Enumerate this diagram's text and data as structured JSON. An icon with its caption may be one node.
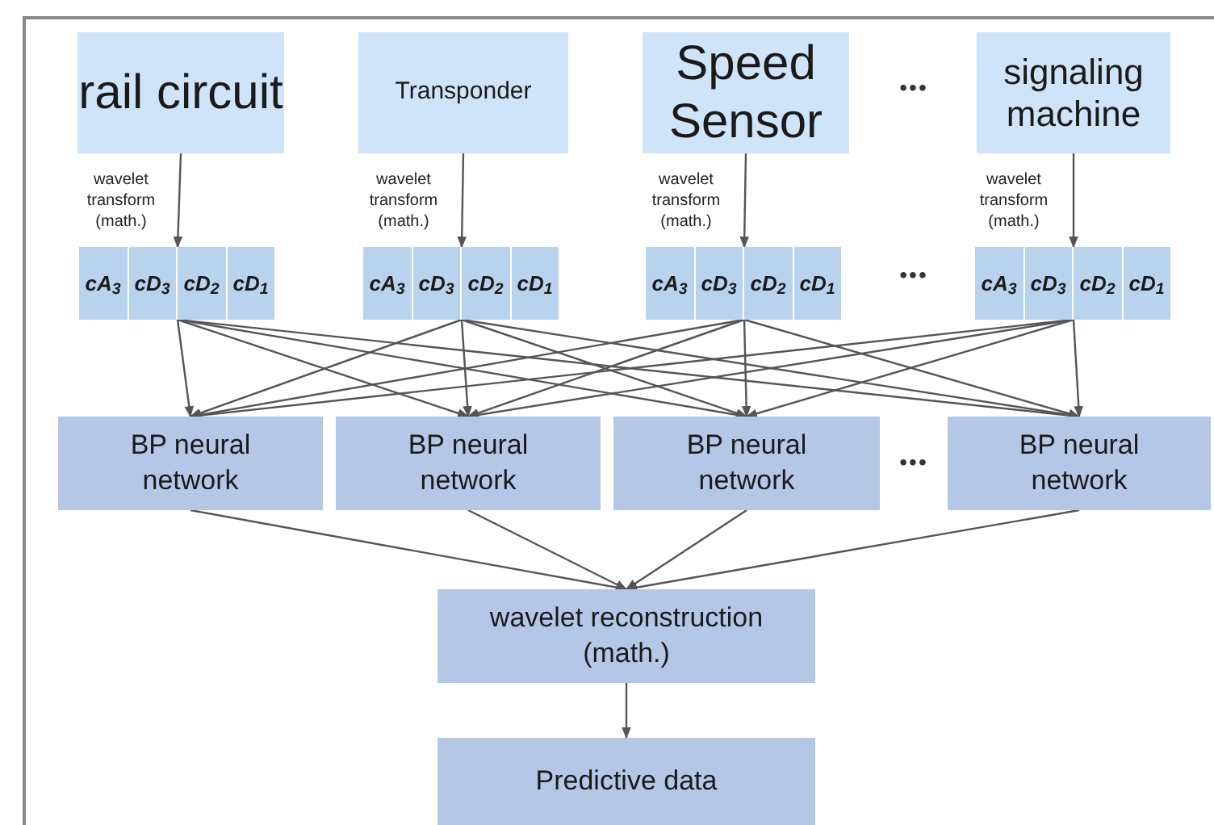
{
  "diagram": {
    "nodes": [
      {
        "text": [
          "rail circuit"
        ]
      },
      {
        "text": [
          "Transponder"
        ]
      },
      {
        "text": [
          "Speed Sensor"
        ]
      },
      {
        "text": [
          "signaling machine"
        ]
      },
      {
        "text": [],
        "shape": "bar"
      },
      {
        "text": [
          "cA$_{3}$"
        ],
        "in": 4
      },
      {
        "text": [
          "cD$_{3}$"
        ],
        "in": 4
      },
      {
        "text": [
          "cD$_{2}$"
        ],
        "in": 4
      },
      {
        "text": [
          "cD$_{1}$"
        ],
        "in": 4
      },
      {
        "text": [],
        "shape": "bar"
      },
      {
        "text": [
          "cA$_{3}$"
        ],
        "in": 9
      },
      {
        "text": [
          "cD$_{3}$"
        ],
        "in": 9
      },
      {
        "text": [
          "cD$_{2}$"
        ],
        "in": 9
      },
      {
        "text": [
          "cD$_{1}$"
        ],
        "in": 9
      },
      {
        "text": [],
        "shape": "bar"
      },
      {
        "text": [
          "cA$_{3}$"
        ],
        "in": 14
      },
      {
        "text": [
          "cD$_{3}$"
        ],
        "in": 14
      },
      {
        "text": [
          "cD$_{2}$"
        ],
        "in": 14
      },
      {
        "text": [
          "cD$_{1}$"
        ],
        "in": 14
      },
      {
        "text": [],
        "shape": "bar"
      },
      {
        "text": [
          "cA$_{3}$"
        ],
        "in": 19
      },
      {
        "text": [
          "cD$_{3}$"
        ],
        "in": 19
      },
      {
        "text": [
          "cD$_{2}$"
        ],
        "in": 19
      },
      {
        "text": [
          "cD$_{1}$"
        ],
        "in": 19
      },
      {
        "text": [
          "BP neural network"
        ]
      },
      {
        "text": [
          "BP neural network"
        ]
      },
      {
        "text": [
          "BP neural network"
        ]
      },
      {
        "text": [
          "BP neural network"
        ]
      },
      {
        "text": [
          "wavelet reconstruction (math.)"
        ]
      },
      {
        "text": [
          "Predictive data"
        ]
      }
    ],
    "edges": [
      {
        "from": 0,
        "to": 4,
        "arrow": "to",
        "label": "wavelet transform (math.)"
      },
      {
        "from": 1,
        "to": 9,
        "arrow": "to",
        "label": "wavelet transform (math.)"
      },
      {
        "from": 2,
        "to": 14,
        "arrow": "to",
        "label": "wavelet transform (math.)"
      },
      {
        "from": 3,
        "to": 19,
        "arrow": "to",
        "label": "wavelet transform (math.)"
      },
      {
        "from": 4,
        "to": 24,
        "arrow": "to"
      },
      {
        "from": 4,
        "to": 25,
        "arrow": "to"
      },
      {
        "from": 4,
        "to": 26,
        "arrow": "to"
      },
      {
        "from": 4,
        "to": 27,
        "arrow": "to"
      },
      {
        "from": 9,
        "to": 24,
        "arrow": "to"
      },
      {
        "from": 9,
        "to": 25,
        "arrow": "to"
      },
      {
        "from": 9,
        "to": 26,
        "arrow": "to"
      },
      {
        "from": 9,
        "to": 27,
        "arrow": "to"
      },
      {
        "from": 14,
        "to": 24,
        "arrow": "to"
      },
      {
        "from": 14,
        "to": 25,
        "arrow": "to"
      },
      {
        "from": 14,
        "to": 26,
        "arrow": "to"
      },
      {
        "from": 14,
        "to": 27,
        "arrow": "to"
      },
      {
        "from": 19,
        "to": 24,
        "arrow": "to"
      },
      {
        "from": 19,
        "to": 25,
        "arrow": "to"
      },
      {
        "from": 19,
        "to": 26,
        "arrow": "to"
      },
      {
        "from": 19,
        "to": 27,
        "arrow": "to"
      },
      {
        "from": 24,
        "to": 28,
        "arrow": "to"
      },
      {
        "from": 25,
        "to": 28,
        "arrow": "to"
      },
      {
        "from": 26,
        "to": 28,
        "arrow": "to"
      },
      {
        "from": 27,
        "to": 28,
        "arrow": "to"
      },
      {
        "from": 28,
        "to": 29,
        "arrow": "to"
      }
    ],
    "labels": [
      "•••",
      "•••",
      "•••"
    ]
  }
}
